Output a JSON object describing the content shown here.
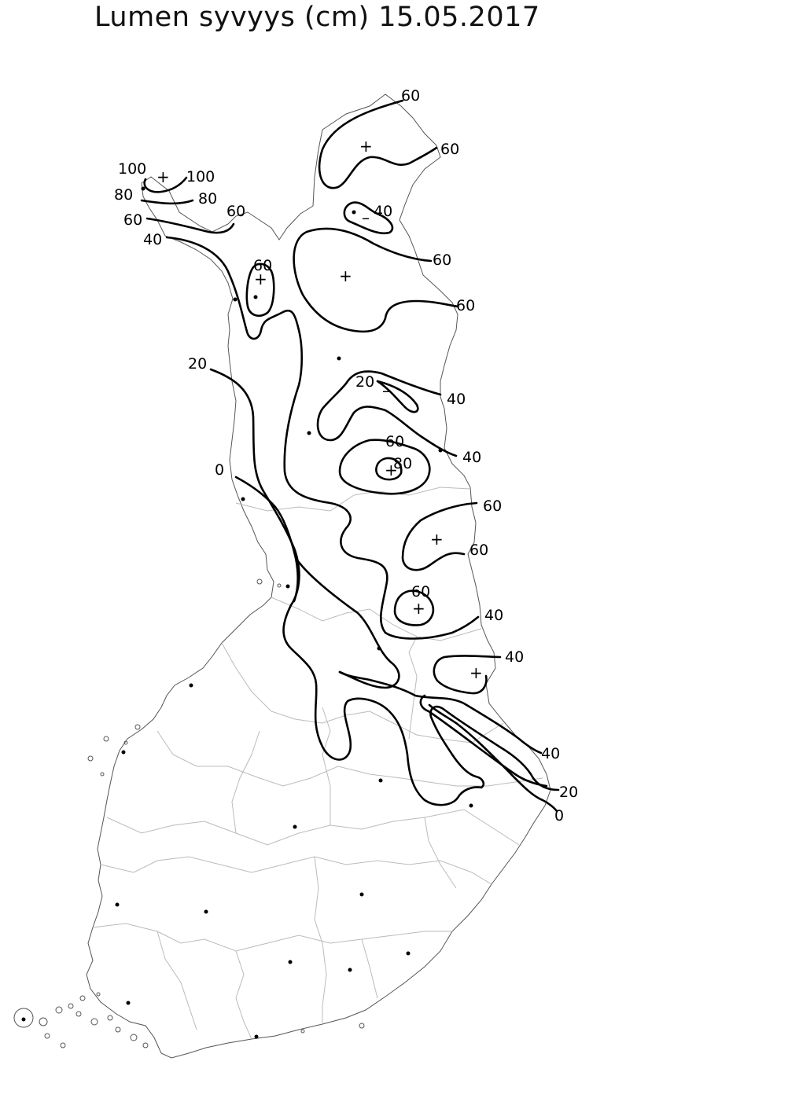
{
  "title": "Lumen syvyys (cm) 15.05.2017",
  "colors": {
    "background": "#ffffff",
    "contour": "#000000",
    "border": "#555555",
    "region_border": "#bbbbbb",
    "station": "#000000"
  },
  "contour_labels": [
    {
      "id": "a",
      "text": "60"
    },
    {
      "id": "b",
      "text": "60"
    },
    {
      "id": "c",
      "text": "100"
    },
    {
      "id": "d",
      "text": "100"
    },
    {
      "id": "e",
      "text": "80"
    },
    {
      "id": "f",
      "text": "80"
    },
    {
      "id": "g",
      "text": "60"
    },
    {
      "id": "h",
      "text": "60"
    },
    {
      "id": "i",
      "text": "40"
    },
    {
      "id": "j",
      "text": "40"
    },
    {
      "id": "k",
      "text": "60"
    },
    {
      "id": "l",
      "text": "60"
    },
    {
      "id": "m",
      "text": "60"
    },
    {
      "id": "n",
      "text": "20"
    },
    {
      "id": "o",
      "text": "20"
    },
    {
      "id": "p",
      "text": "40"
    },
    {
      "id": "q",
      "text": "40"
    },
    {
      "id": "r",
      "text": "60"
    },
    {
      "id": "s",
      "text": "80"
    },
    {
      "id": "t",
      "text": "0"
    },
    {
      "id": "u",
      "text": "60"
    },
    {
      "id": "v",
      "text": "60"
    },
    {
      "id": "w",
      "text": "60"
    },
    {
      "id": "x",
      "text": "40"
    },
    {
      "id": "y",
      "text": "40"
    },
    {
      "id": "z",
      "text": "40"
    },
    {
      "id": "aa",
      "text": "20"
    },
    {
      "id": "bb",
      "text": "0"
    }
  ],
  "extrema_markers": {
    "maximum": "+",
    "minimum": "–"
  },
  "station_count": 29
}
